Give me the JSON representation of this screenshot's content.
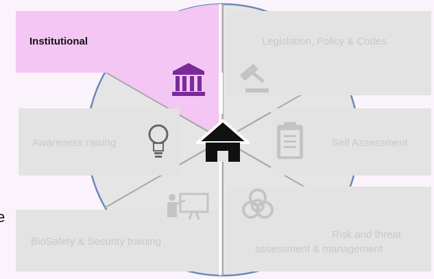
{
  "diagram": {
    "center_icon": "house-icon",
    "colors": {
      "active_panel": "#f3c6f3",
      "inactive_panel": "#e3e3e3",
      "inactive_text": "#c8c8c8",
      "active_icon": "#7a2a9a",
      "circle_outline": "#6b86b8"
    },
    "segments": [
      {
        "key": "institutional",
        "label": "Institutional",
        "icon": "institution-icon",
        "active": true
      },
      {
        "key": "legislation",
        "label": "Legislation, Policy & Codes",
        "icon": "gavel-icon",
        "active": false
      },
      {
        "key": "self_assessment",
        "label": "Self Assessment",
        "icon": "clipboard-checklist-icon",
        "active": false
      },
      {
        "key": "risk",
        "label_lines": [
          "Risk and threat",
          "assessment & management"
        ],
        "icon": "biohazard-icon",
        "active": false
      },
      {
        "key": "training",
        "label": "BioSafety & Security training",
        "icon": "presenter-icon",
        "active": false
      },
      {
        "key": "awareness",
        "label": "Awareness raising",
        "icon": "lightbulb-icon",
        "active": false
      }
    ],
    "side_fragment": "e"
  }
}
